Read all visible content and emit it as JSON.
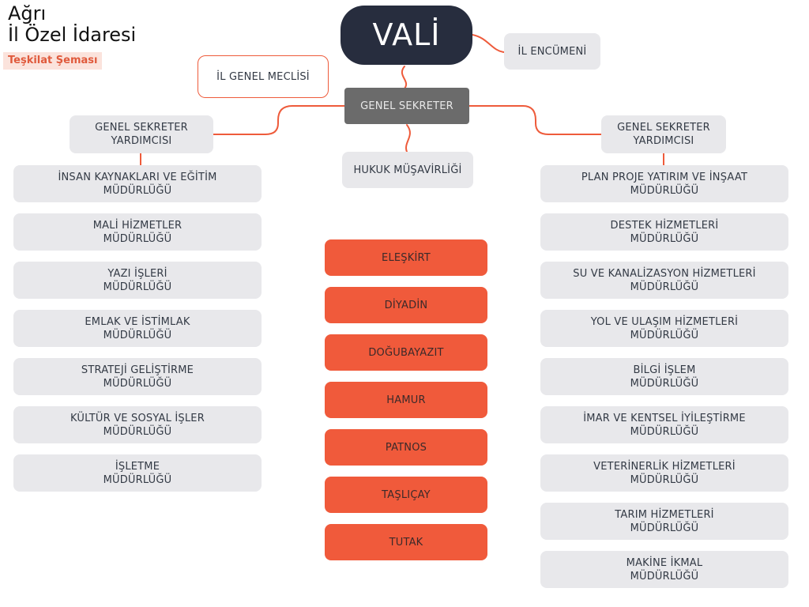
{
  "header": {
    "title_line1": "Ağrı",
    "title_line2": "İl Özel İdaresi",
    "subtitle": "Teşkilat Şeması"
  },
  "colors": {
    "accent": "#f05a3b",
    "dark": "#272d3e",
    "gray_box": "#e8e8eb",
    "secretary_box": "#6b6b6b"
  },
  "top": {
    "vali": "VALİ",
    "encumen": "İL ENCÜMENİ",
    "meclis": "İL GENEL MECLİSİ",
    "genel_sekreter": "GENEL SEKRETER",
    "hukuk": "HUKUK MÜŞAVİRLİĞİ"
  },
  "left_assistant": {
    "line1": "GENEL SEKRETER",
    "line2": "YARDIMCISI"
  },
  "right_assistant": {
    "line1": "GENEL SEKRETER",
    "line2": "YARDIMCISI"
  },
  "left_units": [
    {
      "line1": "İNSAN KAYNAKLARI VE EĞİTİM",
      "line2": "MÜDÜRLÜĞÜ"
    },
    {
      "line1": "MALİ HİZMETLER",
      "line2": "MÜDÜRLÜĞÜ"
    },
    {
      "line1": "YAZI İŞLERİ",
      "line2": "MÜDÜRLÜĞÜ"
    },
    {
      "line1": "EMLAK VE İSTİMLAK",
      "line2": "MÜDÜRLÜĞÜ"
    },
    {
      "line1": "STRATEJİ GELİŞTİRME",
      "line2": "MÜDÜRLÜĞÜ"
    },
    {
      "line1": "KÜLTÜR VE SOSYAL İŞLER",
      "line2": "MÜDÜRLÜĞÜ"
    },
    {
      "line1": "İŞLETME",
      "line2": "MÜDÜRLÜĞÜ"
    }
  ],
  "right_units": [
    {
      "line1": "PLAN PROJE YATIRIM VE İNŞAAT",
      "line2": "MÜDÜRLÜĞÜ"
    },
    {
      "line1": "DESTEK HİZMETLERİ",
      "line2": "MÜDÜRLÜĞÜ"
    },
    {
      "line1": "SU VE KANALİZASYON HİZMETLERİ",
      "line2": "MÜDÜRLÜĞÜ"
    },
    {
      "line1": "YOL VE ULAŞIM HİZMETLERİ",
      "line2": "MÜDÜRLÜĞÜ"
    },
    {
      "line1": "BİLGİ İŞLEM",
      "line2": "MÜDÜRLÜĞÜ"
    },
    {
      "line1": "İMAR VE KENTSEL İYİLEŞTİRME",
      "line2": "MÜDÜRLÜĞÜ"
    },
    {
      "line1": "VETERİNERLİK HİZMETLERİ",
      "line2": "MÜDÜRLÜĞÜ"
    },
    {
      "line1": "TARIM HİZMETLERİ",
      "line2": "MÜDÜRLÜĞÜ"
    },
    {
      "line1": "MAKİNE İKMAL",
      "line2": "MÜDÜRLÜĞÜ"
    }
  ],
  "districts": [
    "ELEŞKİRT",
    "DİYADİN",
    "DOĞUBAYAZIT",
    "HAMUR",
    "PATNOS",
    "TAŞLIÇAY",
    "TUTAK"
  ]
}
